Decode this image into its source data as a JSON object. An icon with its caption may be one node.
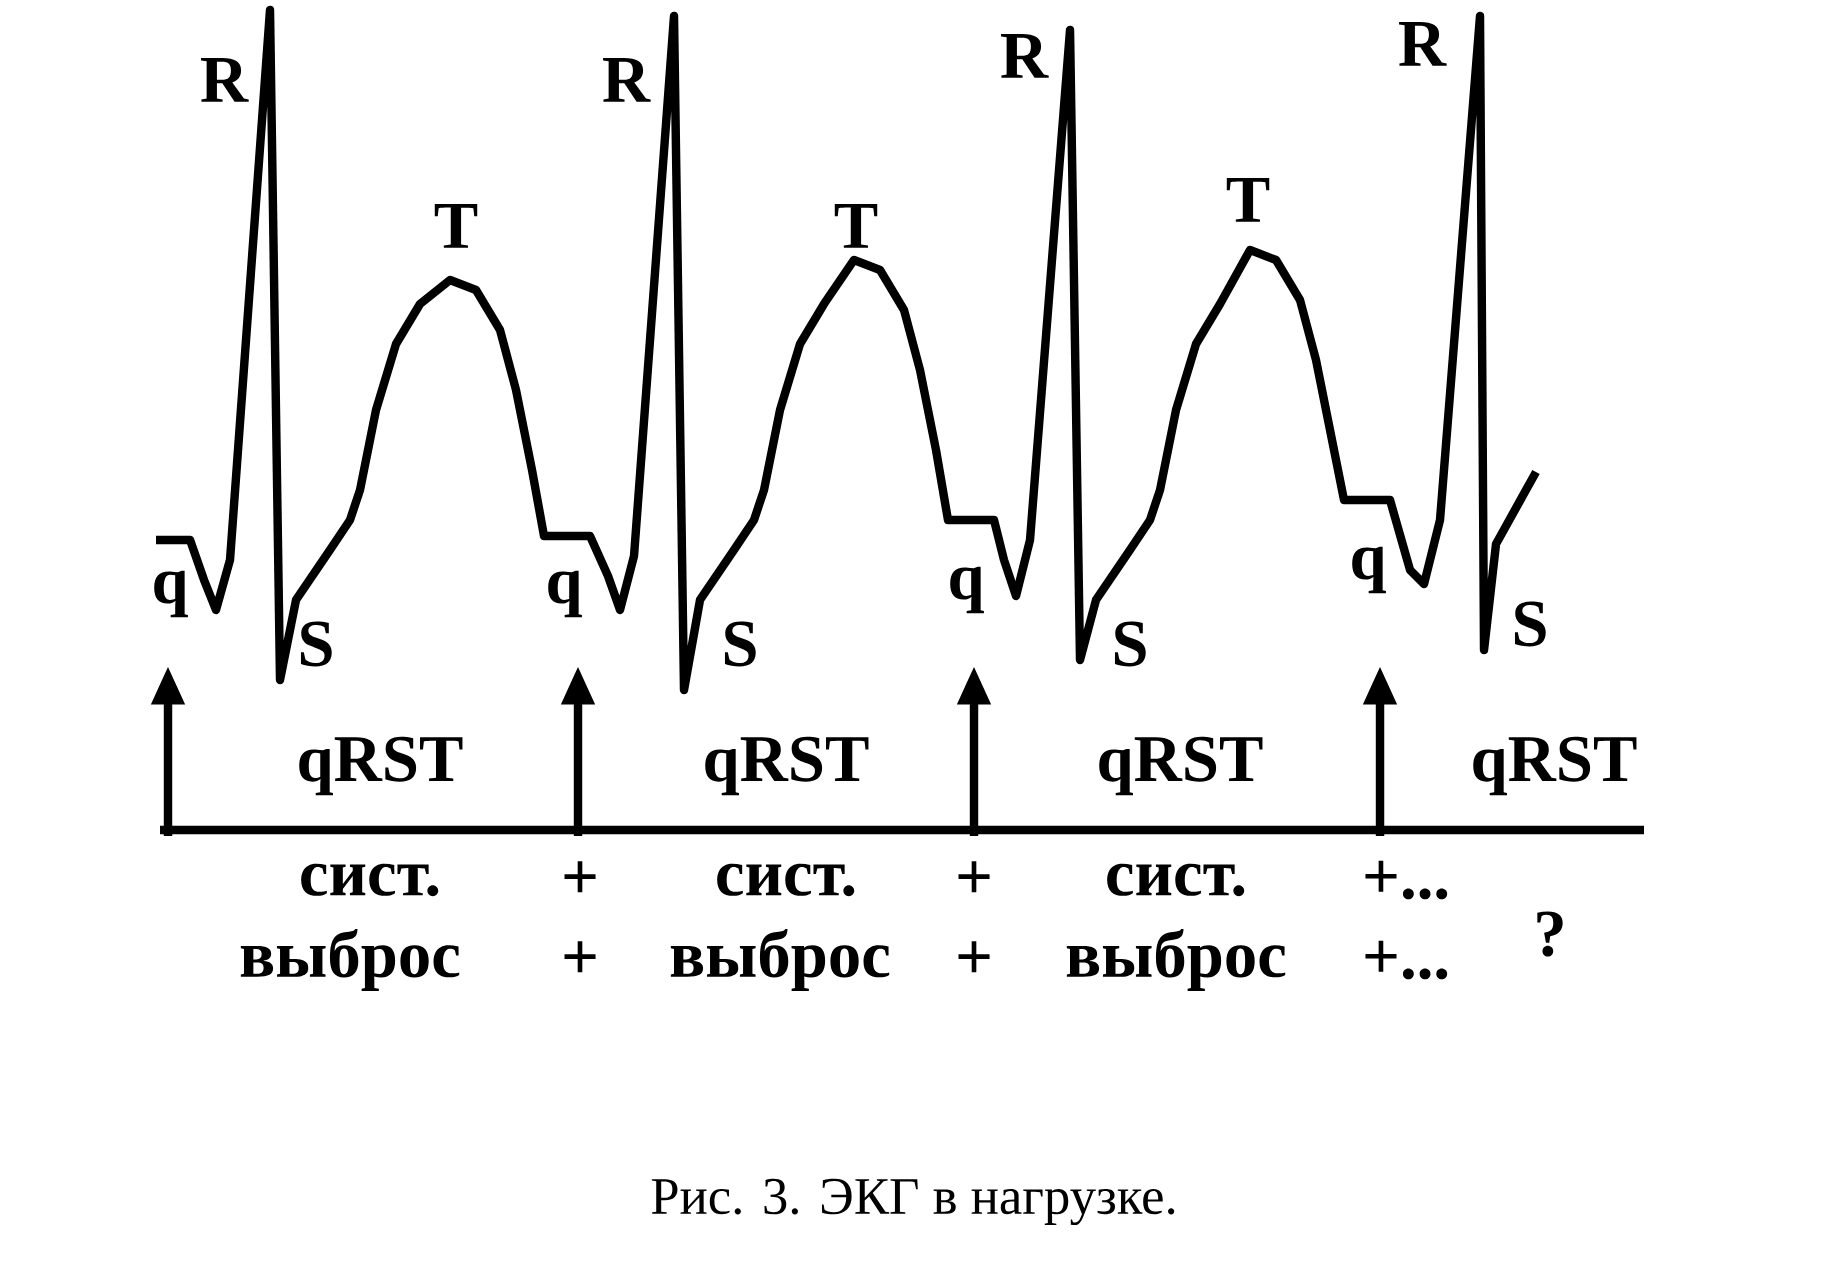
{
  "diagram": {
    "caption": "Рис. 3. ЭКГ в нагрузке.",
    "labels": [
      "R",
      "R",
      "R",
      "R",
      "T",
      "T",
      "T",
      "q",
      "q",
      "q",
      "q",
      "S",
      "S",
      "S",
      "S",
      "qRST",
      "qRST",
      "qRST",
      "qRST",
      "сист.",
      "+",
      "сист.",
      "+",
      "сист.",
      "+...",
      "?",
      "выброс",
      "+",
      "выброс",
      "+",
      "выброс",
      "+..."
    ]
  }
}
